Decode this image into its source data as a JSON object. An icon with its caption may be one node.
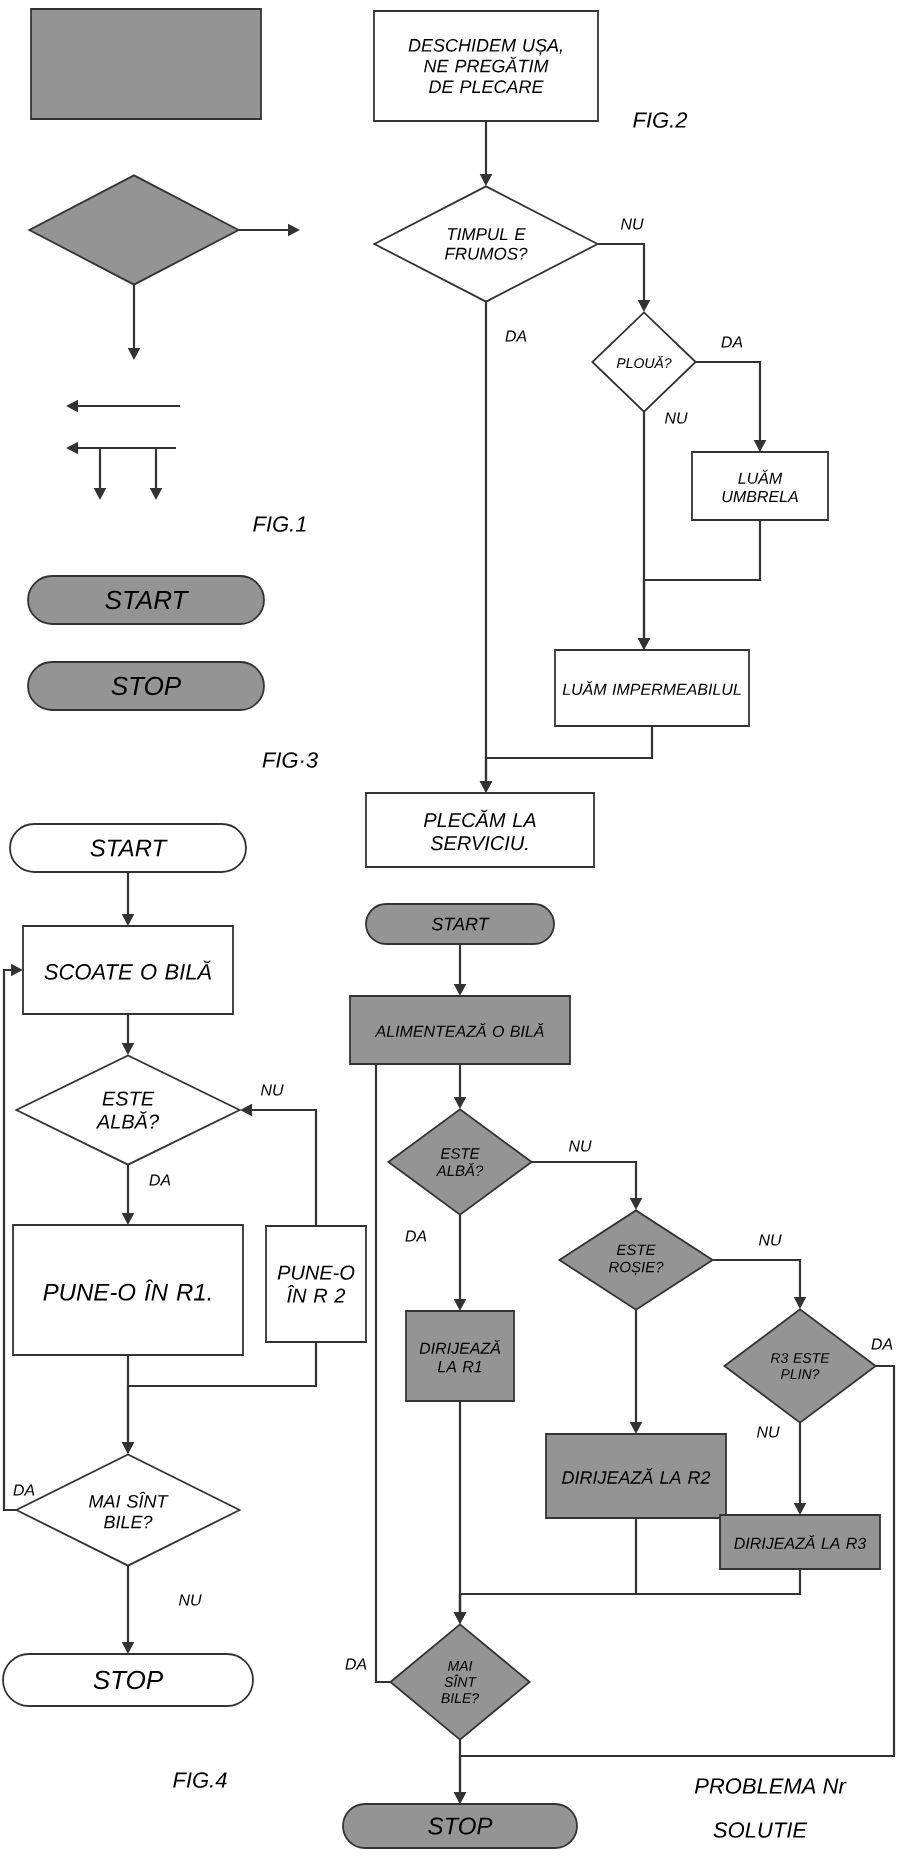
{
  "diagram": {
    "nodes": [
      {
        "text": [],
        "shape": "box"
      },
      {
        "text": [],
        "shape": "diamond"
      },
      {
        "text": [
          "START"
        ]
      },
      {
        "text": [
          "STOP"
        ]
      },
      {
        "text": [
          "DESCHIDEM UȘA, NE PREGĂTIM DE PLECARE"
        ]
      },
      {
        "text": [
          "TIMPUL E FRUMOS?"
        ]
      },
      {
        "text": [
          "PLOUĂ?"
        ]
      },
      {
        "text": [
          "LUĂM UMBRELA"
        ]
      },
      {
        "text": [
          "LUĂM IMPERMEABILUL"
        ]
      },
      {
        "text": [
          "PLECĂM LA SERVICIU."
        ]
      },
      {
        "text": [
          "START"
        ]
      },
      {
        "text": [
          "SCOATE O BILĂ"
        ]
      },
      {
        "text": [
          "ESTE ALBĂ?"
        ]
      },
      {
        "text": [
          "PUNE-O ÎN R1."
        ]
      },
      {
        "text": [
          "PUNE-O ÎN R 2"
        ]
      },
      {
        "text": [
          "MAI SÎNT BILE?"
        ]
      },
      {
        "text": [
          "STOP"
        ]
      },
      {
        "text": [
          "START"
        ]
      },
      {
        "text": [
          "ALIMENTEAZĂ O BILĂ"
        ]
      },
      {
        "text": [
          "ESTE ALBĂ?"
        ]
      },
      {
        "text": [
          "ESTE ROȘIE?"
        ]
      },
      {
        "text": [
          "R3 ESTE PLIN?"
        ]
      },
      {
        "text": [
          "DIRIJEAZĂ LA R1"
        ]
      },
      {
        "text": [
          "DIRIJEAZĂ LA R2"
        ]
      },
      {
        "text": [
          "DIRIJEAZĂ LA R3"
        ]
      },
      {
        "text": [
          "MAI SÎNT BILE?"
        ]
      },
      {
        "text": [
          "STOP"
        ]
      }
    ],
    "edges": [
      {
        "from": 1,
        "to": null,
        "arrow": "to"
      },
      {
        "from": 1,
        "to": null,
        "arrow": "to"
      },
      {
        "from": 4,
        "to": 5,
        "arrow": "to"
      },
      {
        "from": 5,
        "to": 6,
        "arrow": "to",
        "label": "NU"
      },
      {
        "from": 5,
        "to": 9,
        "arrow": "to",
        "label": "DA"
      },
      {
        "from": 6,
        "to": 7,
        "arrow": "to",
        "label": "DA"
      },
      {
        "from": 6,
        "to": 8,
        "arrow": "to",
        "label": "NU"
      },
      {
        "from": 7,
        "to": 8,
        "arrow": "to"
      },
      {
        "from": 8,
        "to": 9,
        "arrow": "to"
      },
      {
        "from": 10,
        "to": 11,
        "arrow": "to"
      },
      {
        "from": 11,
        "to": 12,
        "arrow": "to"
      },
      {
        "from": 12,
        "to": 13,
        "arrow": "to",
        "label": "DA"
      },
      {
        "from": 14,
        "to": 12,
        "arrow": "to",
        "label": "NU"
      },
      {
        "from": 13,
        "to": 15,
        "arrow": "to"
      },
      {
        "from": 14,
        "to": 15,
        "arrow": "to"
      },
      {
        "from": 15,
        "to": 16,
        "arrow": "to",
        "label": "NU"
      },
      {
        "from": 15,
        "to": 11,
        "arrow": "to",
        "label": "DA"
      },
      {
        "from": 17,
        "to": 18,
        "arrow": "to"
      },
      {
        "from": 18,
        "to": 19,
        "arrow": "to"
      },
      {
        "from": 19,
        "to": 22,
        "arrow": "to",
        "label": "DA"
      },
      {
        "from": 19,
        "to": 20,
        "arrow": "to",
        "label": "NU"
      },
      {
        "from": 20,
        "to": 23,
        "arrow": "to"
      },
      {
        "from": 20,
        "to": 21,
        "arrow": "to",
        "label": "NU"
      },
      {
        "from": 21,
        "to": 24,
        "arrow": "to",
        "label": "NU"
      },
      {
        "from": 21,
        "to": 26,
        "arrow": "to",
        "label": "DA"
      },
      {
        "from": 22,
        "to": 25,
        "arrow": "to"
      },
      {
        "from": 23,
        "to": 25,
        "arrow": "to"
      },
      {
        "from": 24,
        "to": 25,
        "arrow": "to"
      },
      {
        "from": 25,
        "to": 18,
        "arrow": "none",
        "label": "DA"
      },
      {
        "from": 25,
        "to": 26,
        "arrow": "to"
      }
    ],
    "labels": [
      "FIG.2",
      "FIG.1",
      "FIG·3",
      "FIG.4",
      "PROBLEMA Nr",
      "SOLUTIE"
    ]
  }
}
